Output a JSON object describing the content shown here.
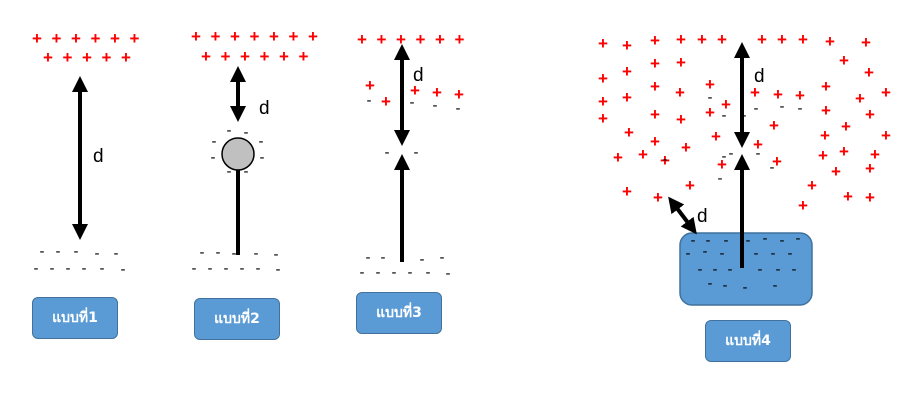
{
  "labels": {
    "model1": "แบบที่1",
    "model2": "แบบที่2",
    "model3": "แบบที่3",
    "model4": "แบบที่4"
  },
  "distance_label": "d",
  "symbols": {
    "positive": "+",
    "negative": "-"
  },
  "colors": {
    "positive": "#ff0000",
    "negative": "#000000",
    "label_box": "#5b9bd5",
    "water": "#5b9bd5",
    "sphere": "#c0c0c0"
  }
}
